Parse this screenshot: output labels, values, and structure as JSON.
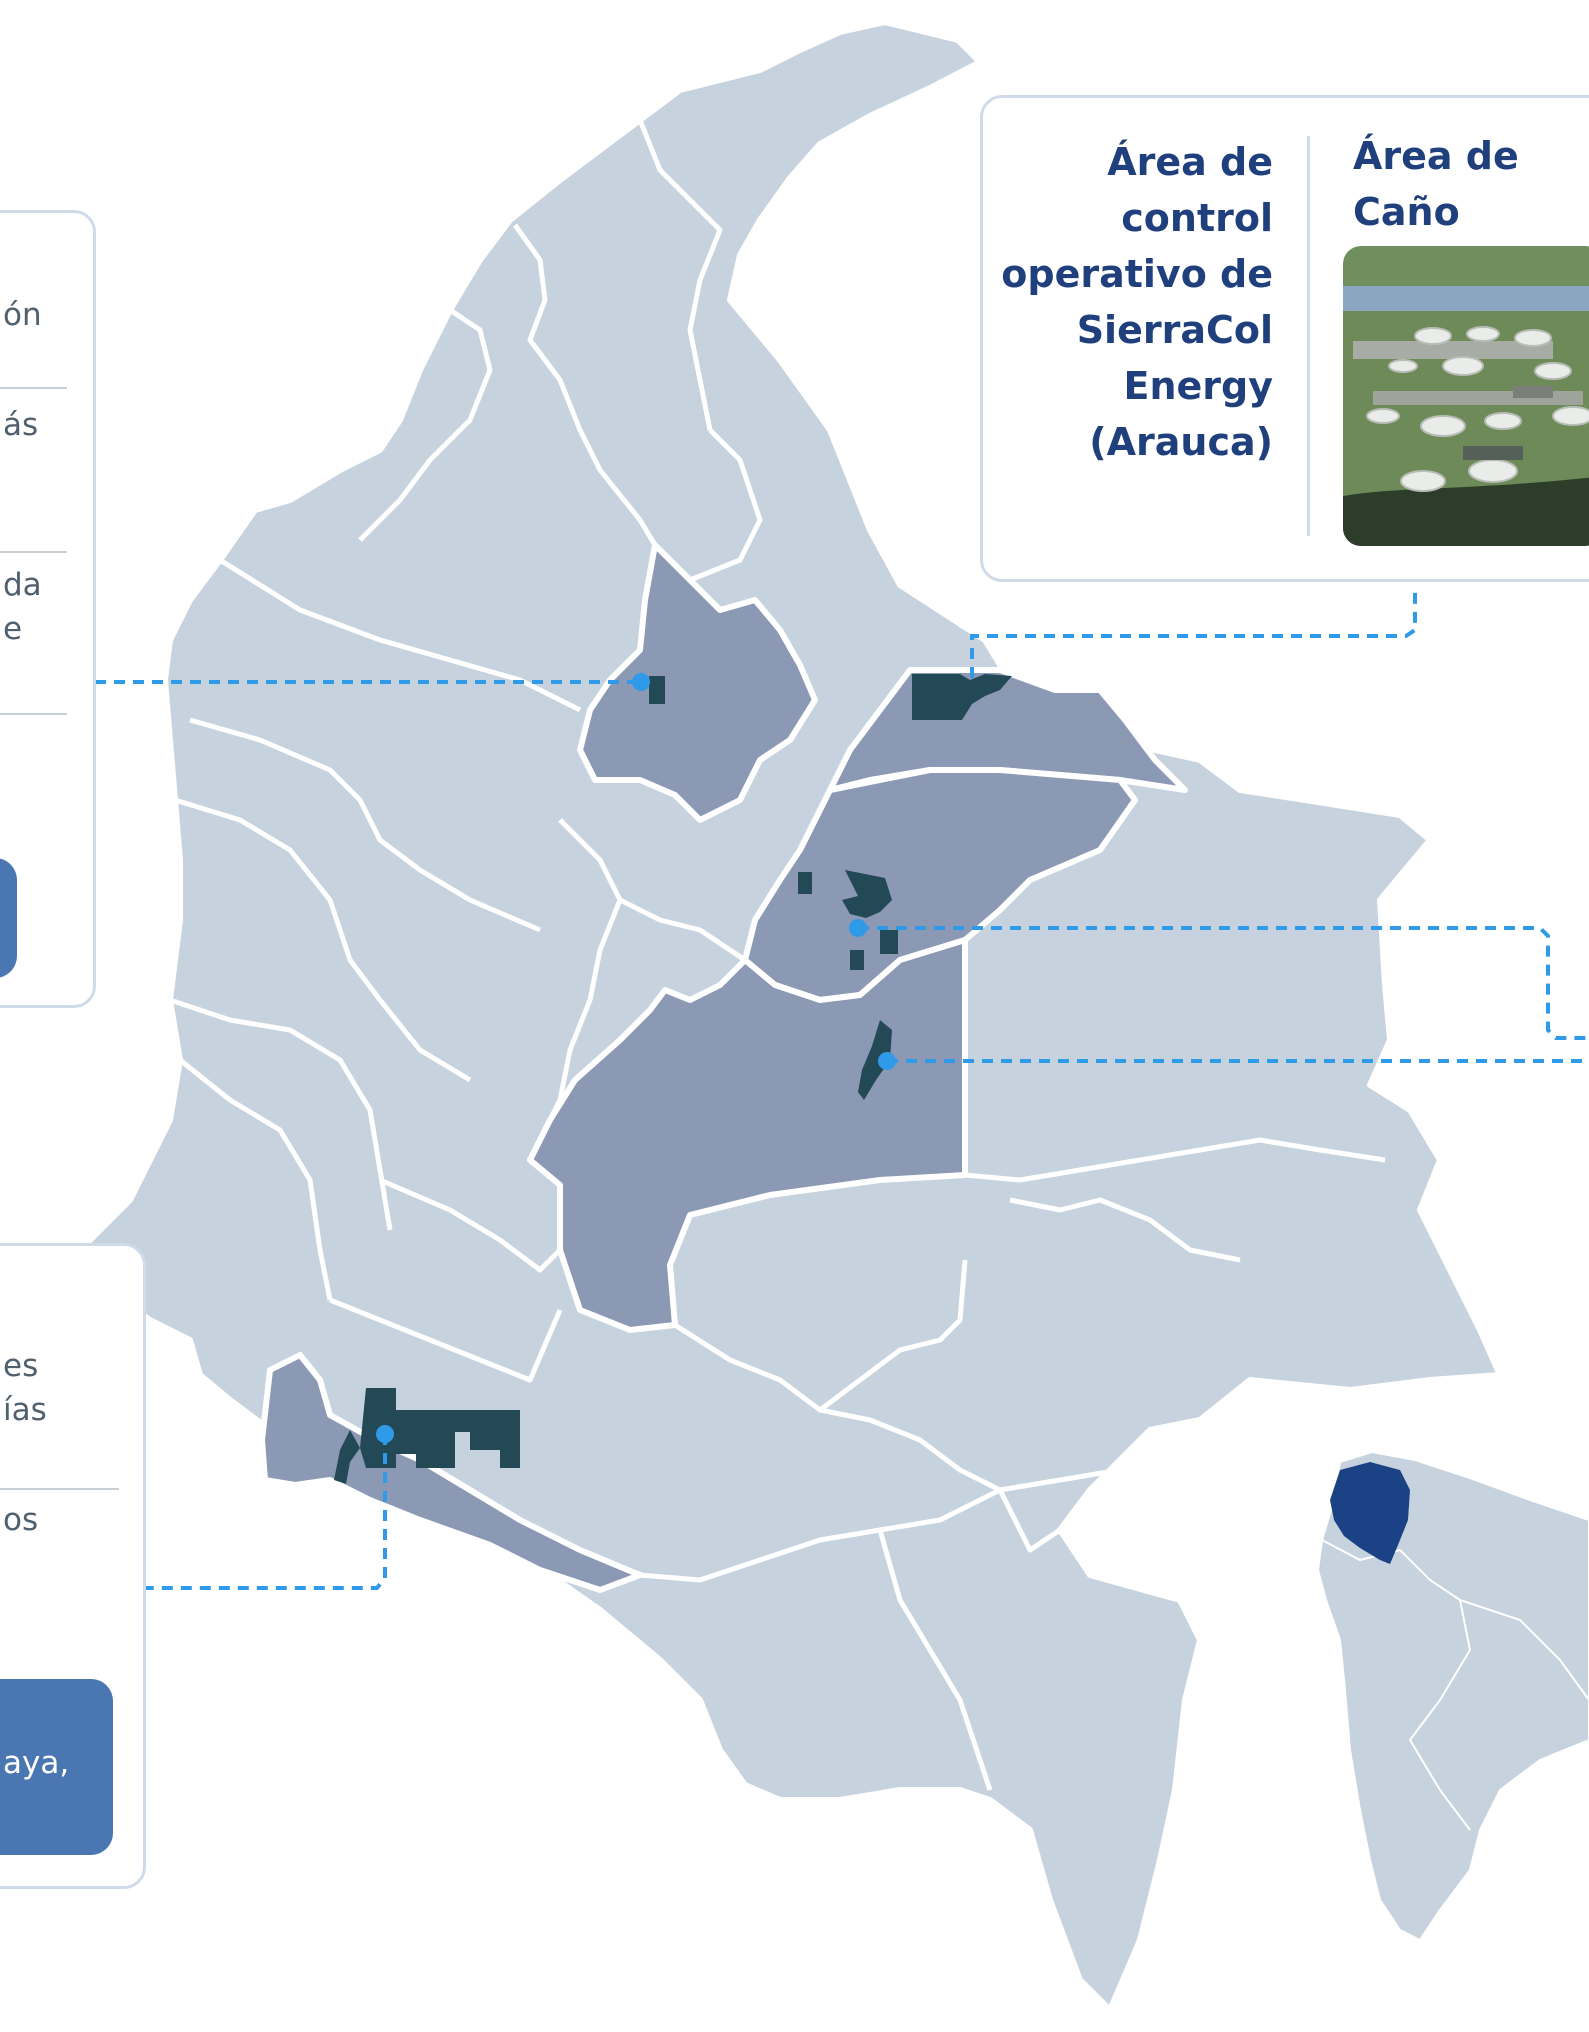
{
  "top_card": {
    "title": "Área de control operativo de SierraCol Energy (Arauca)",
    "photo_title": "Área de Caño Limón",
    "photo_icon": "aerial-oil-facility-photo"
  },
  "left_card_upper": {
    "fragments": [
      "ón",
      "ás",
      "da",
      "e"
    ]
  },
  "left_card_lower": {
    "fragments": [
      "es",
      "ías",
      "os"
    ],
    "button_fragment": "aya,"
  },
  "colors": {
    "land": "#c6d2dd",
    "highlight_region": "#8c99b4",
    "operation_block": "#234957",
    "border_line": "#ffffff",
    "leader_line": "#2f9be8",
    "card_border": "#cfdbe8",
    "title_text": "#1f3f7d",
    "colombia_inset": "#1b4284",
    "button": "#4a76b2"
  }
}
